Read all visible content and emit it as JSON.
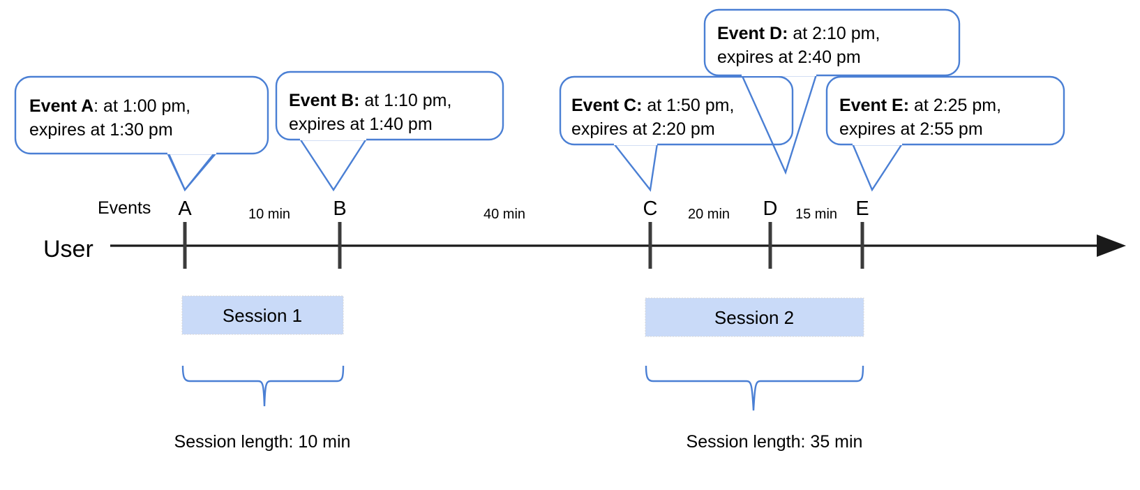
{
  "chart_data": {
    "type": "timeline",
    "title": "",
    "axis_label": "User",
    "row_label": "Events",
    "events": [
      {
        "id": "A",
        "letter": "A",
        "lead": "Event A",
        "separator": ":",
        "line1": " at 1:00 pm,",
        "line2": "expires at 1:30 pm",
        "time": "1:00 pm",
        "expires": "1:30 pm"
      },
      {
        "id": "B",
        "letter": "B",
        "lead": "Event B",
        "separator": ":",
        "line1": " at 1:10 pm,",
        "line2": "expires at 1:40 pm",
        "time": "1:10 pm",
        "expires": "1:40 pm"
      },
      {
        "id": "C",
        "letter": "C",
        "lead": "Event C",
        "separator": ":",
        "line1": " at 1:50 pm,",
        "line2": "expires at 2:20 pm",
        "time": "1:50 pm",
        "expires": "2:20 pm"
      },
      {
        "id": "D",
        "letter": "D",
        "lead": "Event D",
        "separator": ":",
        "line1": " at 2:10 pm,",
        "line2": "expires at 2:40 pm",
        "time": "2:10 pm",
        "expires": "2:40 pm"
      },
      {
        "id": "E",
        "letter": "E",
        "lead": "Event E",
        "separator": ":",
        "line1": " at 2:25 pm,",
        "line2": "expires at 2:55 pm",
        "time": "2:25 pm",
        "expires": "2:55 pm"
      }
    ],
    "gaps": [
      {
        "from": "A",
        "to": "B",
        "label": "10 min"
      },
      {
        "from": "B",
        "to": "C",
        "label": "40 min"
      },
      {
        "from": "C",
        "to": "D",
        "label": "20 min"
      },
      {
        "from": "D",
        "to": "E",
        "label": "15 min"
      }
    ],
    "sessions": [
      {
        "name": "Session 1",
        "length_label": "Session length: 10 min",
        "length_min": 10,
        "from": "A",
        "to": "B"
      },
      {
        "name": "Session 2",
        "length_label": "Session length: 35 min",
        "length_min": 35,
        "from": "C",
        "to": "E"
      }
    ],
    "colors": {
      "callout_stroke": "#4a7fd4",
      "session_fill": "#c9daf8",
      "axis": "#1a1a1a",
      "tick": "#3b3b3b",
      "text": "#000000"
    }
  }
}
